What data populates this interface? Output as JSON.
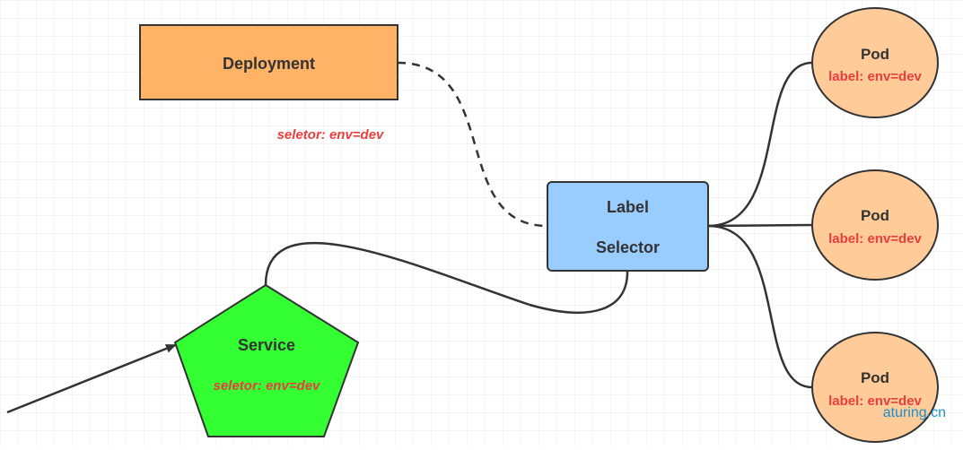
{
  "deployment": {
    "title": "Deployment",
    "selector_text": "seletor:  env=dev"
  },
  "label_selector": {
    "line1": "Label",
    "line2": "Selector"
  },
  "service": {
    "title": "Service",
    "selector_text": "seletor:  env=dev"
  },
  "pods": [
    {
      "title": "Pod",
      "label": "label: env=dev"
    },
    {
      "title": "Pod",
      "label": "label: env=dev"
    },
    {
      "title": "Pod",
      "label": "label: env=dev"
    }
  ],
  "watermark": "aturing.cn",
  "colors": {
    "deployment_fill": "#ffb366",
    "selector_fill": "#99ccff",
    "service_fill": "#33ff33",
    "pod_fill": "#ffcc99",
    "label_red": "#ea3d3d",
    "grid": "#e9e9e9"
  }
}
